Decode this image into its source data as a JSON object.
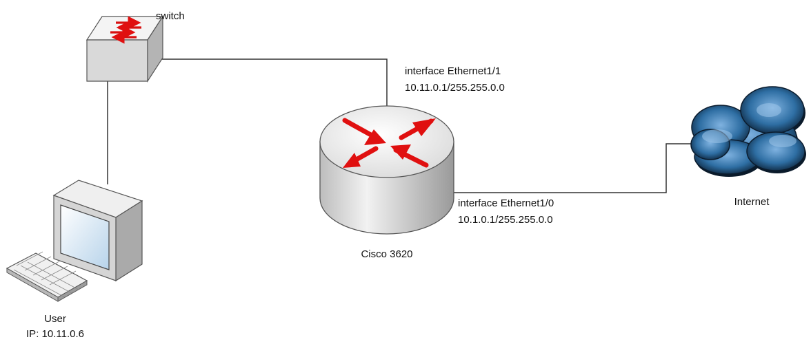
{
  "nodes": {
    "switch": {
      "label": "switch",
      "icon": "switch-icon"
    },
    "router": {
      "label": "Cisco 3620",
      "icon": "router-icon",
      "interfaces": [
        {
          "name": "interface Ethernet1/1",
          "address": "10.11.0.1/255.255.0.0"
        },
        {
          "name": "interface Ethernet1/0",
          "address": "10.1.0.1/255.255.0.0"
        }
      ]
    },
    "user": {
      "label": "User",
      "ip": "IP: 10.11.0.6",
      "icon": "computer-icon"
    },
    "internet": {
      "label": "Internet",
      "icon": "cloud-icon"
    }
  },
  "links": [
    {
      "from": "switch",
      "to": "router"
    },
    {
      "from": "switch",
      "to": "user"
    },
    {
      "from": "router",
      "to": "internet"
    }
  ],
  "colors": {
    "line": "#333333",
    "arrow": "#e01010",
    "cloud": "#2a5f8f"
  }
}
